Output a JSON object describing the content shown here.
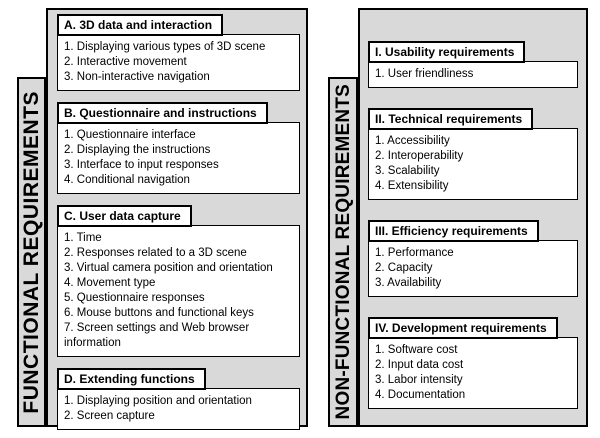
{
  "left_group": {
    "side_label": "FUNCTIONAL REQUIREMENTS",
    "sections": [
      {
        "title": "A. 3D data and interaction",
        "items": [
          "1. Displaying various types of 3D scene",
          "2. Interactive movement",
          "3. Non-interactive navigation"
        ]
      },
      {
        "title": "B. Questionnaire and instructions",
        "items": [
          "1. Questionnaire interface",
          "2. Displaying the instructions",
          "3. Interface to input responses",
          "4. Conditional navigation"
        ]
      },
      {
        "title": "C. User data capture",
        "items": [
          "1. Time",
          "2. Responses related to a 3D scene",
          "3. Virtual camera position and orientation",
          "4. Movement type",
          "5. Questionnaire responses",
          "6. Mouse buttons and functional keys",
          "7. Screen settings and Web browser information"
        ]
      },
      {
        "title": "D. Extending functions",
        "items": [
          "1. Displaying position and orientation",
          "2. Screen capture"
        ]
      }
    ]
  },
  "right_group": {
    "side_label": "NON-FUNCTIONAL REQUIREMENTS",
    "sections": [
      {
        "title": "I. Usability requirements",
        "items": [
          "1. User friendliness"
        ]
      },
      {
        "title": "II. Technical requirements",
        "items": [
          "1. Accessibility",
          "2. Interoperability",
          "3. Scalability",
          "4. Extensibility"
        ]
      },
      {
        "title": "III. Efficiency requirements",
        "items": [
          "1. Performance",
          "2. Capacity",
          "3. Availability"
        ]
      },
      {
        "title": "IV. Development requirements",
        "items": [
          "1. Software cost",
          "2. Input data cost",
          "3. Labor intensity",
          "4. Documentation"
        ]
      }
    ]
  },
  "colors": {
    "panel_gray": "#d9d9d9",
    "box_white": "#ffffff",
    "border_black": "#000000"
  }
}
